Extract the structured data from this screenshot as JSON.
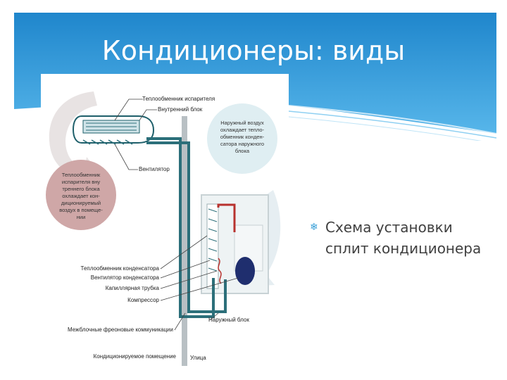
{
  "slide": {
    "title": "Кондиционеры: виды",
    "bullet": "Схема установки\nсплит кондиционера",
    "colors": {
      "header_blue": "#2f96d6",
      "accent": "#3aa0d8",
      "pipe": "#2c6f7a",
      "hot_pipe": "#b8322e"
    }
  },
  "diagram": {
    "labels": {
      "evaporator": "Теплообменник испарителя",
      "indoor_unit": "Внутренний блок",
      "fan_indoor": "Вентилятор",
      "condenser": "Теплообменник конденсатора",
      "fan_condenser": "Вентилятор конденсатора",
      "capillary": "Капиллярная трубка",
      "compressor": "Компрессор",
      "freon_lines": "Межблочные фреоновые коммуникации",
      "outdoor_unit": "Наружный блок",
      "room": "Кондиционируемое помещение",
      "street": "Улица"
    },
    "bubble_outdoor": [
      "Наружный воздух",
      "охлаждает тепло-",
      "обменник конден-",
      "сатора наружного",
      "блока"
    ],
    "bubble_indoor": [
      "Теплообменник",
      "испарителя вну",
      "треннего блока",
      "охлаждает кон-",
      "диционируемый",
      "воздух в помеще-",
      "нии"
    ]
  }
}
